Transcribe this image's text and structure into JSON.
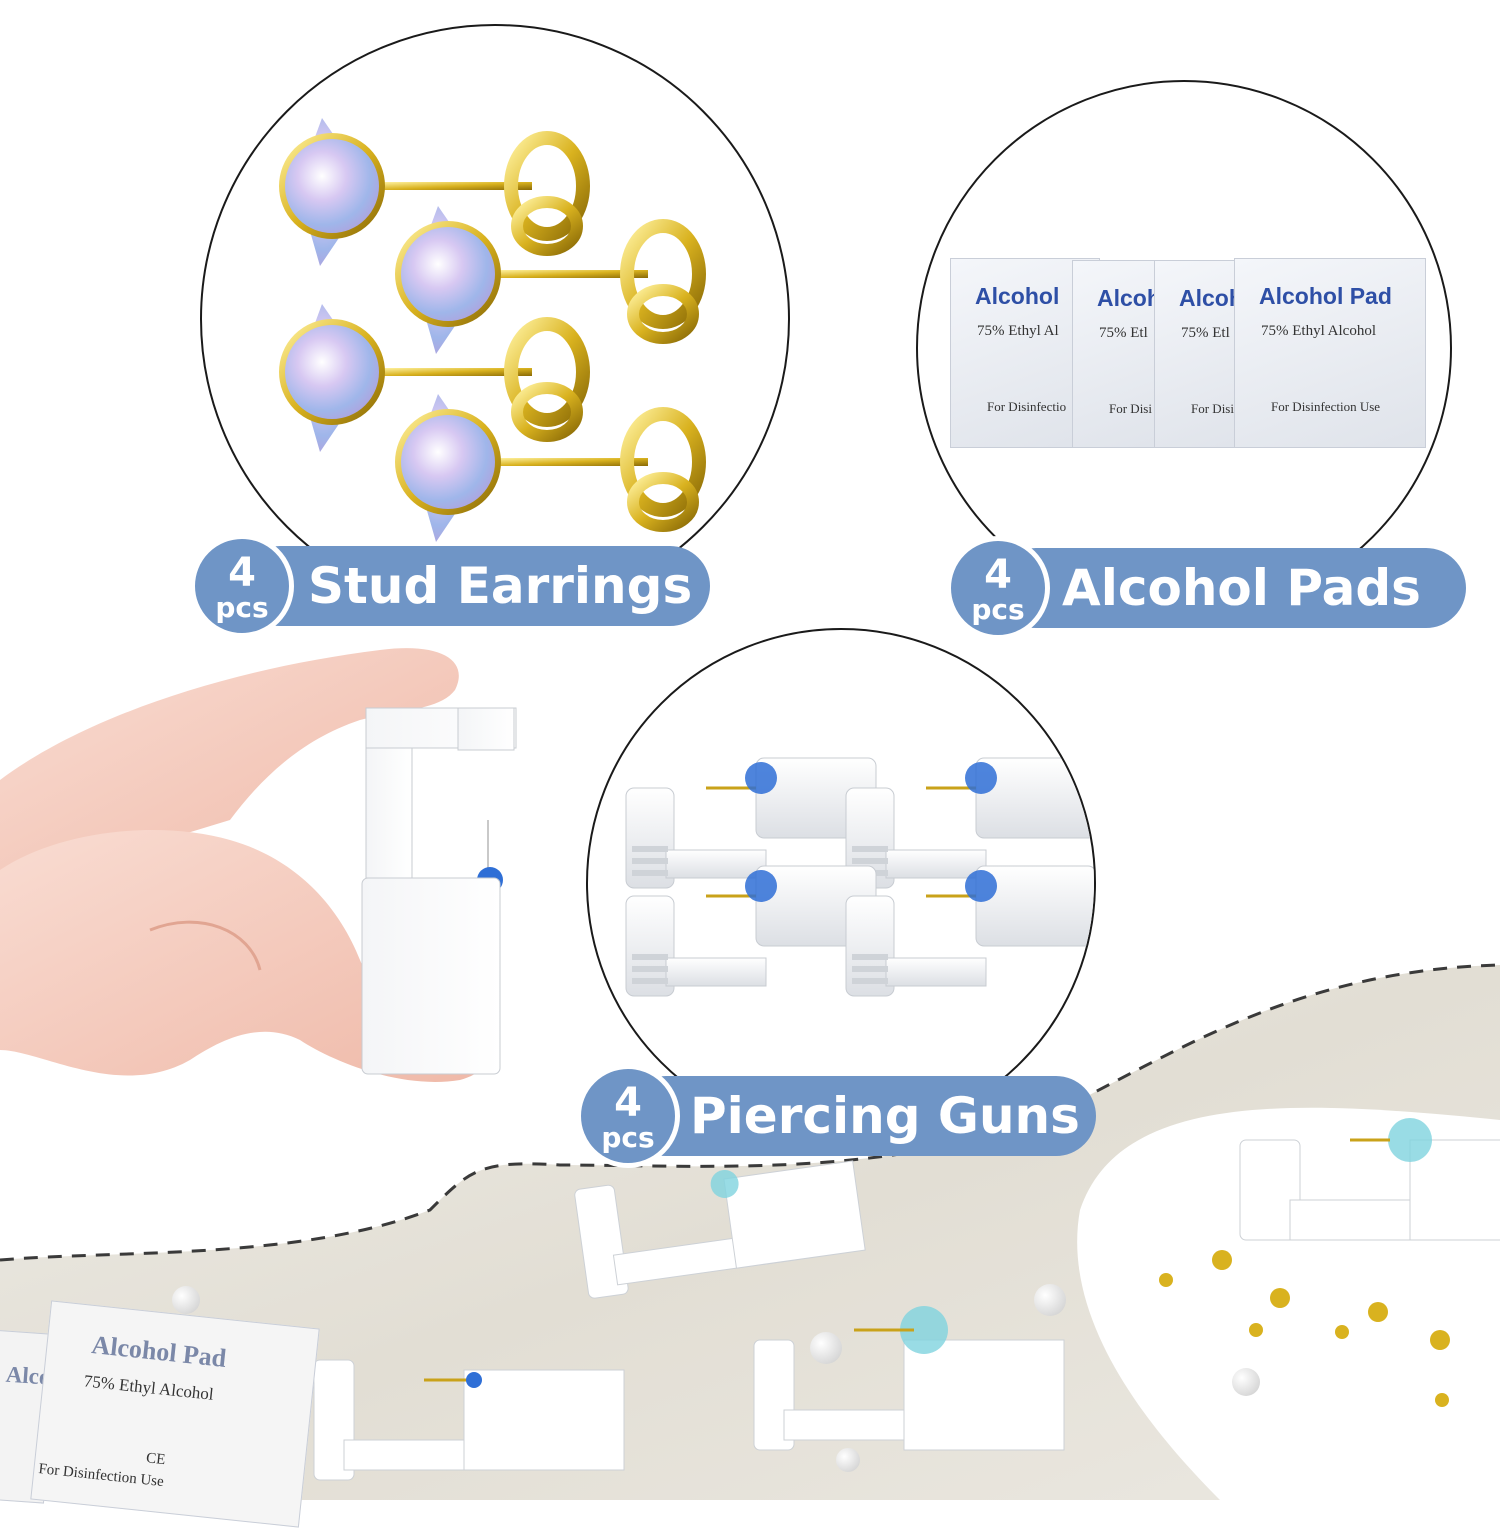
{
  "badges": {
    "studs": {
      "count": "4",
      "unit": "pcs",
      "label": "Stud Earrings"
    },
    "pads": {
      "count": "4",
      "unit": "pcs",
      "label": "Alcohol Pads"
    },
    "guns": {
      "count": "4",
      "unit": "pcs",
      "label": "Piercing Guns"
    }
  },
  "alcohol_pad": {
    "title": "Alcohol Pad",
    "title_cut": "Alcoh",
    "title_short": "Alcohol",
    "subtitle": "75% Ethyl Alcohol",
    "subtitle_cut_a": "75% Ethyl Al",
    "subtitle_cut_b": "75% Etl",
    "footer": "For Disinfection Use",
    "footer_cut_a": "For Disinfectio",
    "footer_cut_b": "For Disi",
    "ce_mark": "CE"
  },
  "colors": {
    "badge_blue": "#6f95c6",
    "pad_text_blue": "#2e4fa6",
    "gold": "#d9b21f",
    "bead_blue": "#2f6fd6"
  },
  "icon_names": [
    "stud-earring-icon",
    "alcohol-pad-icon",
    "piercing-gun-icon",
    "pearl-icon"
  ]
}
